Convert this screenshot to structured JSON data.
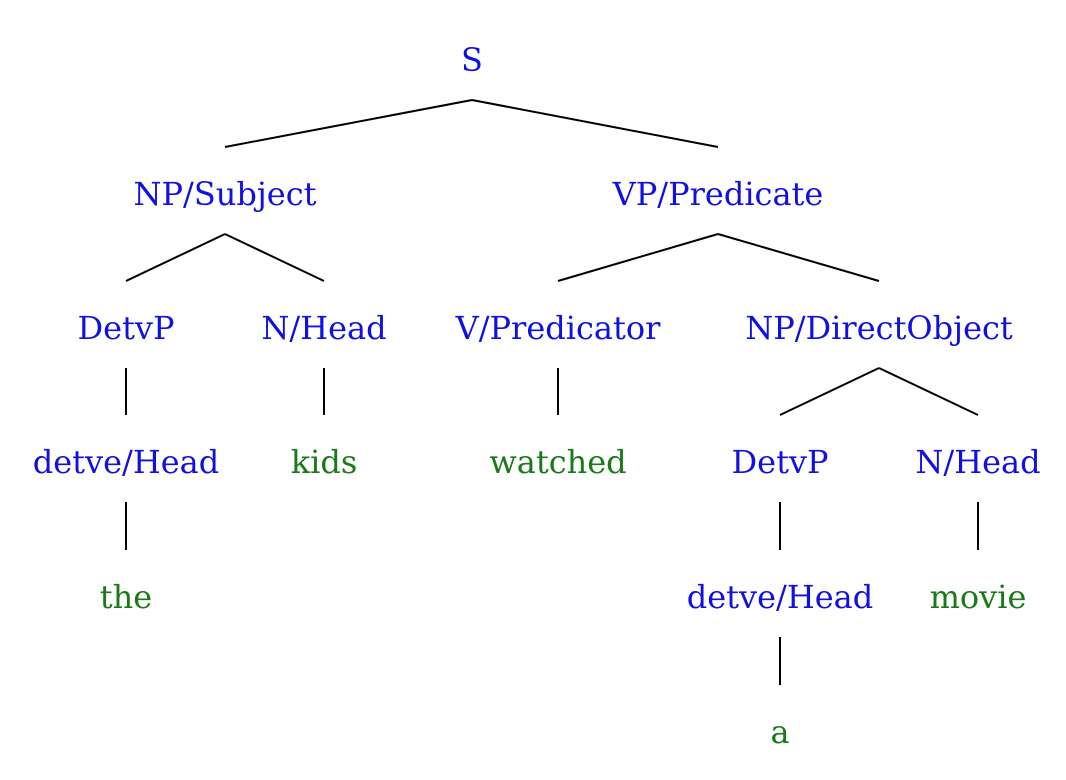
{
  "colors": {
    "category": "#1010e0",
    "word": "#1a7a1a",
    "edge": "#000000"
  },
  "tree": {
    "label": "S",
    "kind": "category",
    "children": [
      {
        "label": "NP/Subject",
        "kind": "category",
        "children": [
          {
            "label": "DetvP",
            "kind": "category",
            "children": [
              {
                "label": "detve/Head",
                "kind": "category",
                "children": [
                  {
                    "label": "the",
                    "kind": "word"
                  }
                ]
              }
            ]
          },
          {
            "label": "N/Head",
            "kind": "category",
            "children": [
              {
                "label": "kids",
                "kind": "word"
              }
            ]
          }
        ]
      },
      {
        "label": "VP/Predicate",
        "kind": "category",
        "children": [
          {
            "label": "V/Predicator",
            "kind": "category",
            "children": [
              {
                "label": "watched",
                "kind": "word"
              }
            ]
          },
          {
            "label": "NP/DirectObject",
            "kind": "category",
            "children": [
              {
                "label": "DetvP",
                "kind": "category",
                "children": [
                  {
                    "label": "detve/Head",
                    "kind": "category",
                    "children": [
                      {
                        "label": "a",
                        "kind": "word"
                      }
                    ]
                  }
                ]
              },
              {
                "label": "N/Head",
                "kind": "category",
                "children": [
                  {
                    "label": "movie",
                    "kind": "word"
                  }
                ]
              }
            ]
          }
        ]
      }
    ]
  }
}
